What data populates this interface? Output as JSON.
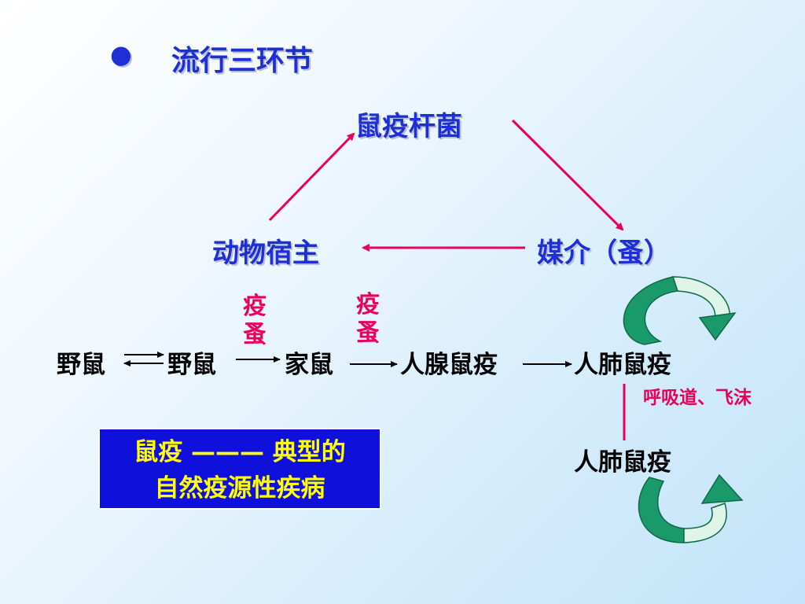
{
  "title": {
    "bullet": "●",
    "text": "流行三环节"
  },
  "cycle": {
    "pathogen": "鼠疫杆菌",
    "host": "动物宿主",
    "vector": "媒介（蚤）"
  },
  "chain": {
    "nodes": [
      "野鼠",
      "野鼠",
      "家鼠",
      "人腺鼠疫",
      "人肺鼠疫"
    ],
    "flea_labels": [
      "疫蚤",
      "疫蚤"
    ],
    "lower_node": "人肺鼠疫",
    "transmission_label": "呼吸道、飞沫"
  },
  "callout": {
    "line1": "鼠疫 ——— 典型的",
    "line2": "自然疫源性疾病"
  },
  "colors": {
    "title_blue": "#1f2fd6",
    "arrow_red": "#e8005a",
    "callout_bg": "#1010dc",
    "callout_text": "#ffff00",
    "cycle_green": "#1a9a6a"
  }
}
